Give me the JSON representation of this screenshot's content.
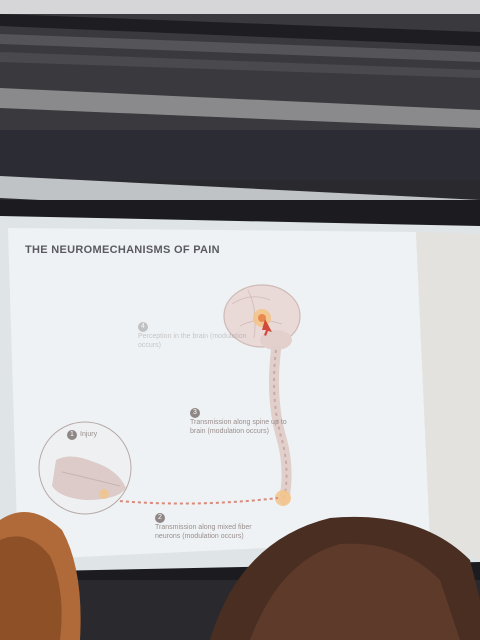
{
  "slide": {
    "title": "THE NEUROMECHANISMS OF PAIN"
  },
  "steps": [
    {
      "number": "1",
      "text": "Injury"
    },
    {
      "number": "2",
      "text": "Transmission along mixed fiber neurons (modulation occurs)"
    },
    {
      "number": "3",
      "text": "Transmission along spine up to brain (modulation occurs)"
    },
    {
      "number": "4",
      "text": "Perception in the brain (modulation occurs)"
    }
  ],
  "colors": {
    "screen": "#eef2f4",
    "pain_accent": "#e8a070",
    "dotted_path": "#d98a7a"
  },
  "icons": [
    "brain-icon",
    "spine-icon",
    "injured-foot-icon",
    "pain-starburst-icon"
  ]
}
